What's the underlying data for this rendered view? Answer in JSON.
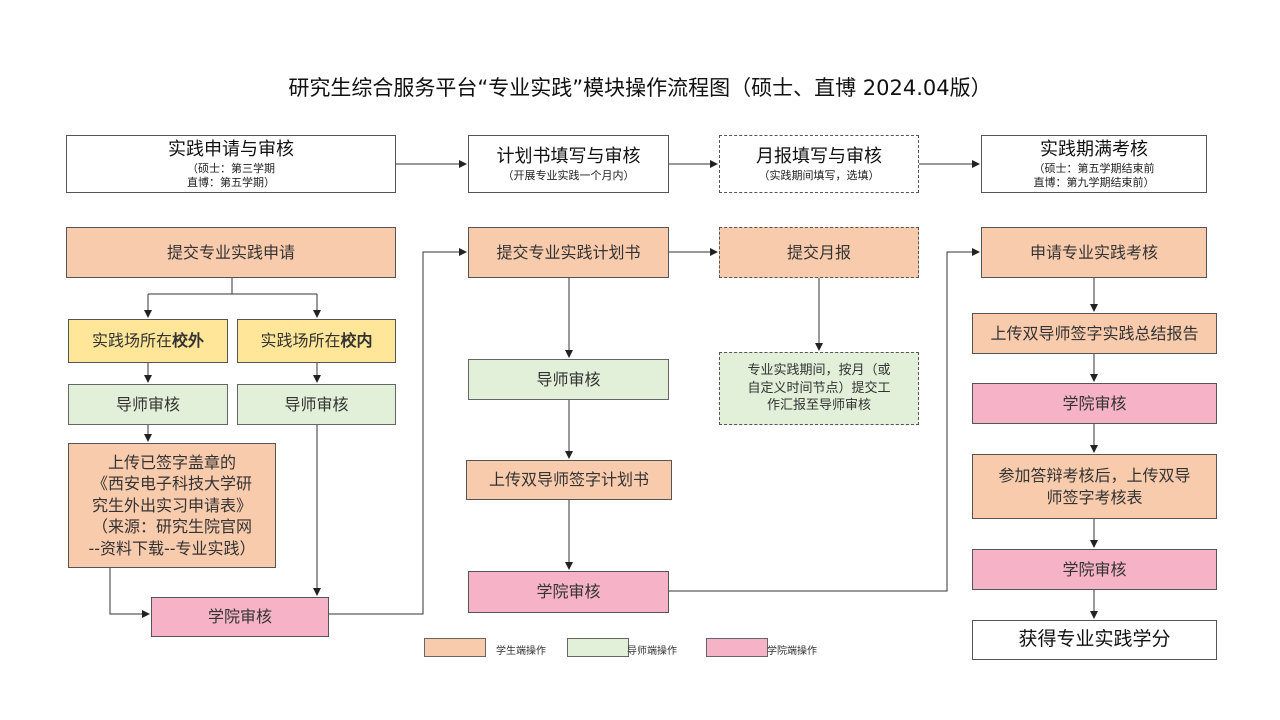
{
  "title": "研究生综合服务平台“专业实践”模块操作流程图（硕士、直博 2024.04版）",
  "headers": {
    "h1": {
      "main": "实践申请与审核",
      "sub1": "（硕士：第三学期",
      "sub2": "直博：第五学期）"
    },
    "h2": {
      "main": "计划书填写与审核",
      "sub1": "（开展专业实践一个月内）"
    },
    "h3": {
      "main": "月报填写与审核",
      "sub1": "（实践期间填写，选填）"
    },
    "h4": {
      "main": "实践期满考核",
      "sub1": "（硕士：第五学期结束前",
      "sub2": "直博：第九学期结束前）"
    }
  },
  "col1": {
    "submit": "提交专业实践申请",
    "off_campus_prefix": "实践场所在",
    "off_campus_bold": "校外",
    "on_campus_prefix": "实践场所在",
    "on_campus_bold": "校内",
    "tutor_left": "导师审核",
    "tutor_right": "导师审核",
    "upload": [
      "上传已签字盖章的",
      "《西安电子科技大学研",
      "究生外出实习申请表》",
      "（来源：研究生院官网",
      "--资料下载--专业实践）"
    ],
    "college": "学院审核"
  },
  "col2": {
    "submit": "提交专业实践计划书",
    "tutor": "导师审核",
    "upload": "上传双导师签字计划书",
    "college": "学院审核"
  },
  "col3": {
    "submit": "提交月报",
    "note": [
      "专业实践期间，按月（或",
      "自定义时间节点）提交工",
      "作汇报至导师审核"
    ]
  },
  "col4": {
    "apply": "申请专业实践考核",
    "upload": "上传双导师签字实践总结报告",
    "college1": "学院审核",
    "defense": [
      "参加答辩考核后，上传双导",
      "师签字考核表"
    ],
    "college2": "学院审核",
    "final": "获得专业实践学分"
  },
  "legend": [
    {
      "label": "学生端操作",
      "color": "#f8cbad"
    },
    {
      "label": "导师端操作",
      "color": "#e2efd9"
    },
    {
      "label": "学院端操作",
      "color": "#f6b3c8"
    }
  ]
}
